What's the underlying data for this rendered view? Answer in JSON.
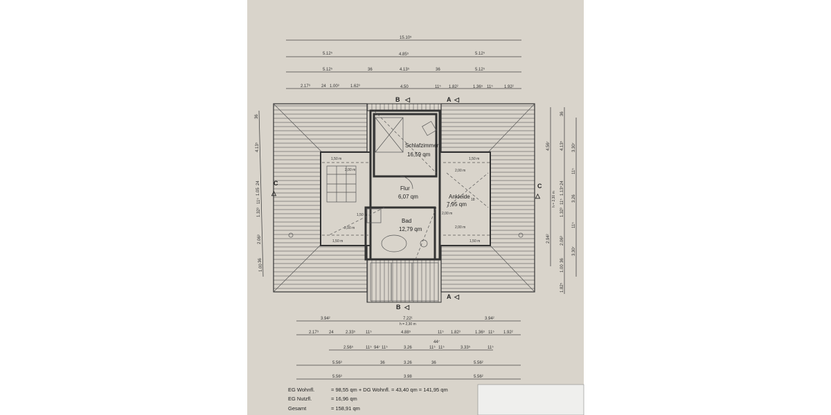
{
  "top_dimensions": {
    "row1": [
      "15.10⁵"
    ],
    "row2": [
      "5.12⁵",
      "4.85⁵",
      "5.12⁵"
    ],
    "row3": [
      "5.12⁵",
      "36",
      "4.13⁵",
      "36",
      "5.12⁵"
    ],
    "row4": [
      "2.17⁹",
      "24",
      "1.00³",
      "1.62³",
      "4.50",
      "11⁵",
      "1.82²",
      "1.36⁵",
      "11⁵",
      "1.92²"
    ]
  },
  "bottom_dimensions": {
    "row1": [
      "3.94²",
      "7.22¹",
      "3.94²"
    ],
    "row1_note": "h = 2,30 m",
    "row2": [
      "2.17⁹",
      "24",
      "2.33⁵",
      "11⁵",
      "4.88⁵",
      "11⁵",
      "1.82³",
      "1.36⁵",
      "11⁵",
      "1.92²"
    ],
    "row3": [
      "2.56⁵",
      "11⁵",
      "94⁷",
      "11⁵",
      "3.26",
      "11⁵",
      "44⁷",
      "11⁵",
      "3.33⁵",
      "11⁵"
    ],
    "row4": [
      "5.56³",
      "36",
      "3.26",
      "36",
      "5.56²"
    ],
    "row5": [
      "5.56³",
      "3.98",
      "5.56²"
    ]
  },
  "left_dimensions": [
    "36",
    "4.13⁵",
    "24",
    "1.05",
    "11⁵",
    "1.32³",
    "2.06³",
    "36",
    "1.00"
  ],
  "right_dimensions": {
    "col1": [
      "4.56⁷",
      "h = 2,30 m",
      "2.94²"
    ],
    "col2": [
      "36",
      "4.13⁵",
      "24",
      "1.13⁵",
      "11⁵",
      "1.32³",
      "2.06³",
      "36",
      "1.00",
      "1.82⁵"
    ],
    "col3": [
      "3.30⁷",
      "11⁵",
      "3.26",
      "11⁵",
      "3.30⁷"
    ]
  },
  "rooms": [
    {
      "name": "Schlafzimmer",
      "area": "16,59 qm"
    },
    {
      "name": "Flur",
      "area": "6,07 qm"
    },
    {
      "name": "Ankleide",
      "area": "7,95 qm"
    },
    {
      "name": "Bad",
      "area": "12,79 qm"
    }
  ],
  "height_marks": [
    "1,50 m",
    "2,00 m",
    "1,50 m",
    "2,00 m",
    "2,00 m",
    "1,50 m",
    "2,00 m",
    "1,50 m",
    "2,00 m",
    "1,50 m"
  ],
  "stair_steps": "18",
  "section_marks": {
    "top_b": "B",
    "top_a": "A",
    "left_c": "C",
    "right_c": "C",
    "bottom_b": "B",
    "bottom_a": "A"
  },
  "totals": {
    "line1_label": "EG Wohnfl.",
    "line1_value": "=   98,55 qm + DG Wohnfl. = 43,40 qm = 141,95 qm",
    "line2_label": "EG Nutzfl.",
    "line2_value": "=   16,96 qm",
    "line3_label": "Gesamt",
    "line3_value": "= 158,91 qm"
  },
  "colors": {
    "paper": "#d9d4cb",
    "ink": "#333333",
    "overlay_paper": "#efefed"
  }
}
